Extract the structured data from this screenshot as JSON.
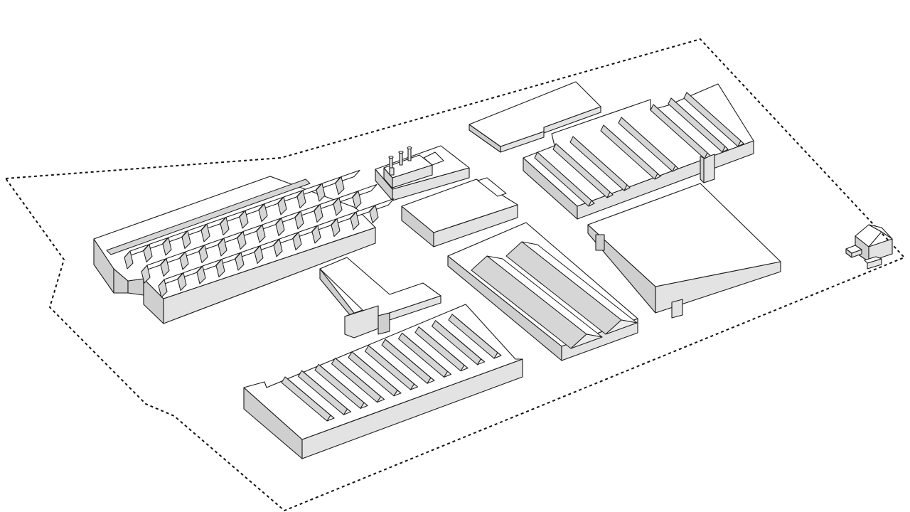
{
  "diagram": {
    "type": "axonometric-site-plan",
    "labels": [],
    "site_boundary": {
      "style": "dashed"
    },
    "buildings": [
      {
        "name": "sawtooth-shed-hall"
      },
      {
        "name": "chimney-workshop"
      },
      {
        "name": "north-warehouse"
      },
      {
        "name": "central-block"
      },
      {
        "name": "ridge-roof-hall-east"
      },
      {
        "name": "t-shaped-building"
      },
      {
        "name": "twin-ridge-hall"
      },
      {
        "name": "flat-roof-hall"
      },
      {
        "name": "ridge-roof-hall-south"
      },
      {
        "name": "small-house"
      }
    ]
  }
}
